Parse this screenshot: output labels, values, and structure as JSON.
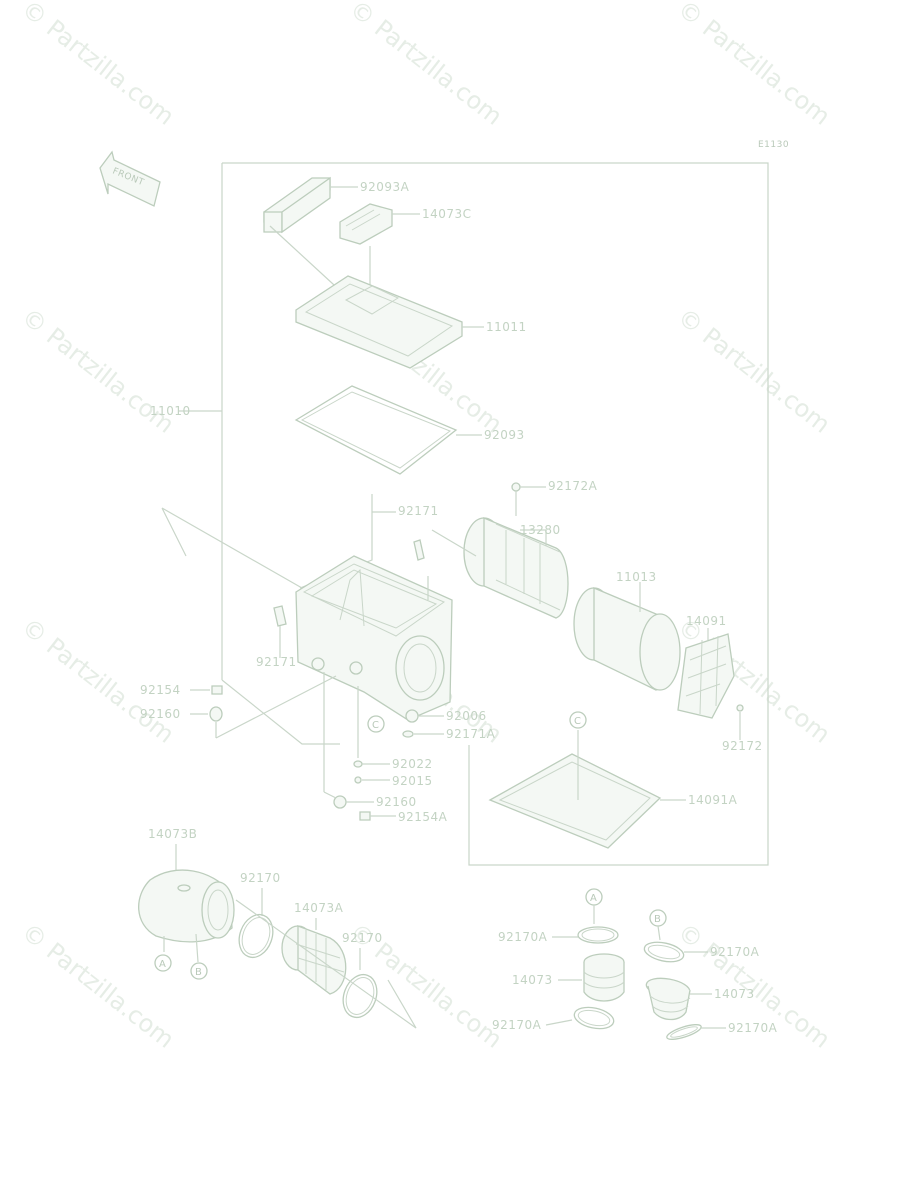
{
  "diagram": {
    "code": "E1130",
    "front_label": "FRONT",
    "watermark": "© Partzilla.com",
    "parts": {
      "p92093A": "92093A",
      "p14073C": "14073C",
      "p11011": "11011",
      "p11010": "11010",
      "p92093": "92093",
      "p92172A": "92172A",
      "p92171_top": "92171",
      "p13280": "13280",
      "p11013": "11013",
      "p14091": "14091",
      "p92171_left": "92171",
      "p92154": "92154",
      "p92160": "92160",
      "p92006": "92006",
      "p92171A": "92171A",
      "p92172": "92172",
      "p92022": "92022",
      "p92015": "92015",
      "p92160_b": "92160",
      "p92154A": "92154A",
      "p14091A": "14091A",
      "p14073B": "14073B",
      "p92170_a": "92170",
      "p14073A": "14073A",
      "p92170_b": "92170",
      "p92170A_1": "92170A",
      "p92170A_2": "92170A",
      "p14073_1": "14073",
      "p14073_2": "14073",
      "p92170A_3": "92170A",
      "p92170A_4": "92170A"
    },
    "refs": {
      "A": "A",
      "B": "B",
      "C": "C"
    }
  }
}
